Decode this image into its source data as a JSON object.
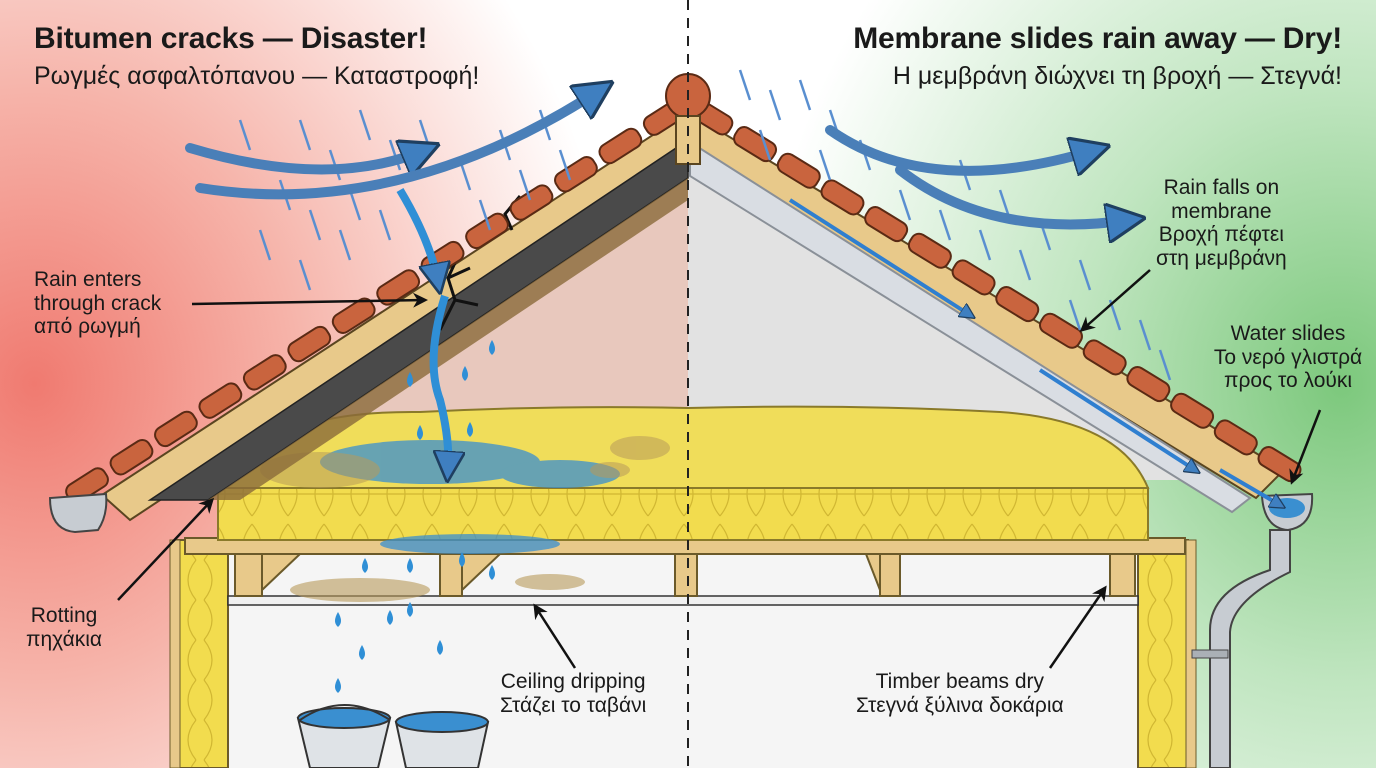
{
  "left_panel": {
    "title": "Bitumen cracks — Disaster!",
    "subtitle": "Ρωγμές ασφαλτόπανου — Καταστροφή!",
    "bg_color": "#f08a7e"
  },
  "right_panel": {
    "title": "Membrane slides rain away — Dry!",
    "subtitle": "Η μεμβράνη διώχνει τη βροχή — Στεγνά!",
    "bg_color": "#8fd08f"
  },
  "labels": {
    "rain_enters": [
      "Rain enters",
      "through crack",
      "από ρωγμή"
    ],
    "rotting": [
      "Rotting",
      "πηχάκια"
    ],
    "ceiling_dripping": [
      "Ceiling dripping",
      "Στάζει το ταβάνι"
    ],
    "timber_dry": [
      "Timber beams dry",
      "Στεγνά ξύλινα δοκάρια"
    ],
    "rain_falls": [
      "Rain falls on",
      "membrane",
      "Βροχή πέφτει",
      "στη μεμβράνη"
    ],
    "water_slides": [
      "Water slides",
      "Το νερό γλιστρά",
      "προς το λούκι"
    ]
  },
  "colors": {
    "tile": "#c9643e",
    "timber": "#e8c98a",
    "insulation": "#f2dc4e",
    "water": "#2f8fd6",
    "arrow": "#4a7fb8",
    "membrane": "#d9dde3",
    "bitumen": "#4a4a4a"
  }
}
